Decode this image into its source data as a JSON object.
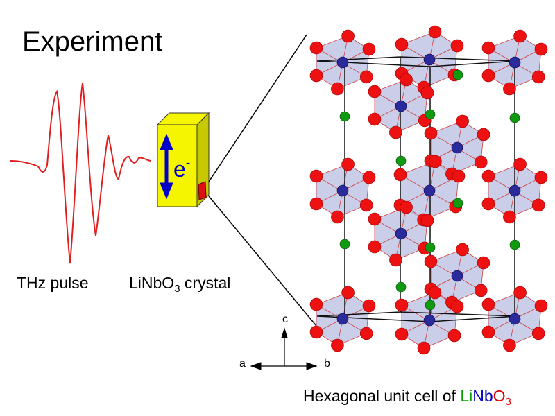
{
  "title": "Experiment",
  "labels": {
    "pulse": "THz pulse",
    "crystal_prefix": "LiNbO",
    "crystal_sub": "3",
    "crystal_suffix": " crystal",
    "electron": "e",
    "electron_sup": "-"
  },
  "axes": {
    "a": "a",
    "b": "b",
    "c": "c"
  },
  "caption": {
    "prefix": "Hexagonal unit cell of ",
    "li": "Li",
    "nb": "Nb",
    "o": "O",
    "o_sub": "3"
  },
  "colors": {
    "pulse_line": "#e02020",
    "crystal_face": "#f5f500",
    "crystal_side": "#c8c800",
    "arrow": "#0000c8",
    "oxygen": "#ee1111",
    "niobium": "#2a2a9a",
    "lithium": "#109a10",
    "octahedron": "#b8bde0",
    "li_text": "#00a000",
    "nb_text": "#0000c0",
    "o_text": "#e00000"
  }
}
